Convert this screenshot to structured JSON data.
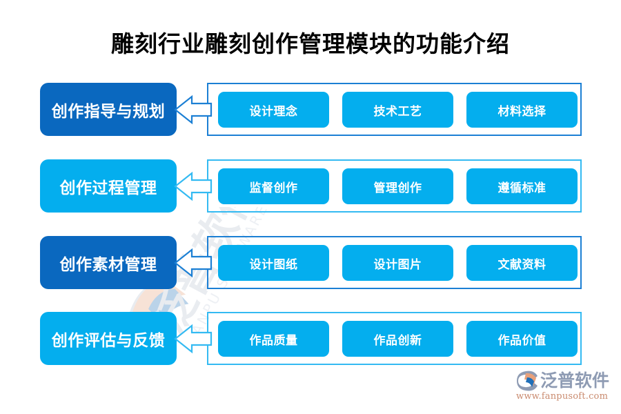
{
  "page": {
    "title": "雕刻行业雕刻创作管理模块的功能介绍",
    "background": "#ffffff"
  },
  "colors": {
    "dark_blue": "#0a68bf",
    "light_blue": "#04aeee",
    "bracket_dark": "#1b7fd4",
    "bracket_light": "#33baf2",
    "title_color": "#000000",
    "logo_text": "#8e9bb3",
    "logo_url": "#c98a6e"
  },
  "rows": [
    {
      "category": "创作指导与规划",
      "tone": "dark",
      "items": [
        "设计理念",
        "技术工艺",
        "材料选择"
      ]
    },
    {
      "category": "创作过程管理",
      "tone": "light",
      "items": [
        "监督创作",
        "管理创作",
        "遵循标准"
      ]
    },
    {
      "category": "创作素材管理",
      "tone": "dark",
      "items": [
        "设计图纸",
        "设计图片",
        "文献资料"
      ]
    },
    {
      "category": "创作评估与反馈",
      "tone": "light",
      "items": [
        "作品质量",
        "作品创新",
        "作品价值"
      ]
    }
  ],
  "watermark": {
    "text": "泛普软件",
    "subtext": "FANPU SOFTWARE"
  },
  "logo": {
    "name": "泛普软件",
    "url": "www.fanpusoft.com"
  }
}
